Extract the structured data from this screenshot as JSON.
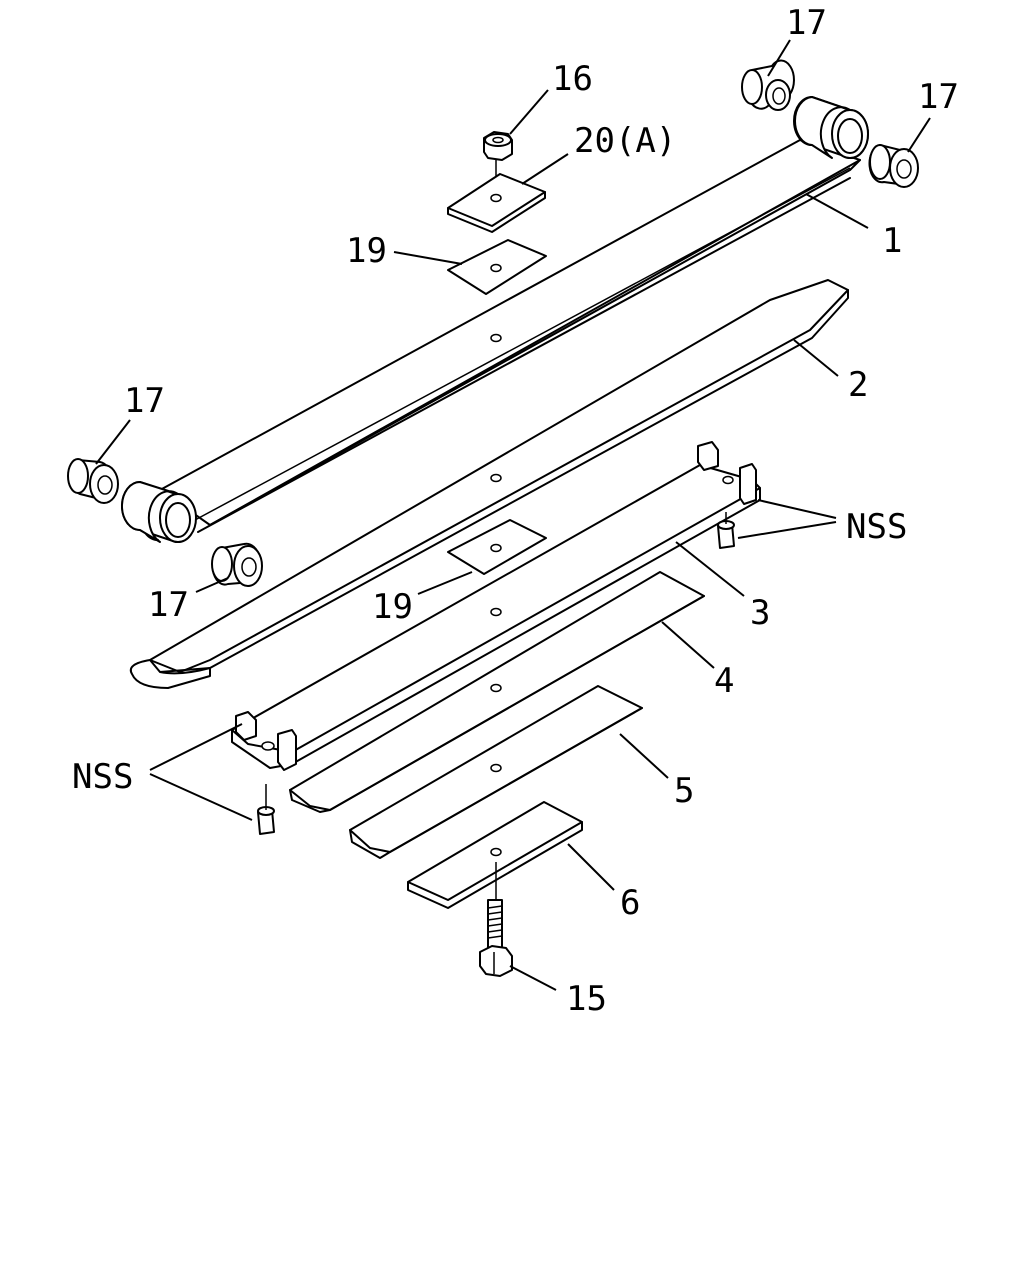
{
  "labels": {
    "l17a": "17",
    "l16": "16",
    "l20": "20(A)",
    "l17b": "17",
    "l1": "1",
    "l19a": "19",
    "l2": "2",
    "l17c": "17",
    "nss_right": "NSS",
    "l17d": "17",
    "l19b": "19",
    "l3": "3",
    "l4": "4",
    "nss_left": "NSS",
    "l5": "5",
    "l6": "6",
    "l15": "15"
  }
}
